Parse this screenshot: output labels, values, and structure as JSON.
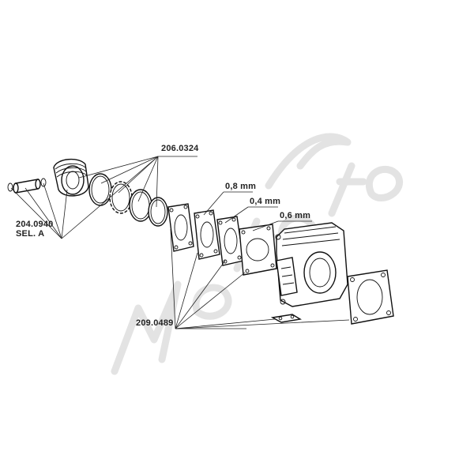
{
  "labels": {
    "piston_kit": "206.0324",
    "pin_part": "204.0940",
    "pin_sel": "SEL. A",
    "gasket_08": "0,8 mm",
    "gasket_04": "0,4 mm",
    "gasket_06": "0,6 mm",
    "gasket_set": "209.0489"
  },
  "colors": {
    "line": "#111111",
    "watermark": "#e3e3e3",
    "background": "#ffffff"
  },
  "icons": [
    "wrist-pin-icon",
    "circlip-icon",
    "piston-icon",
    "piston-ring-icon",
    "gasket-icon",
    "cylinder-icon"
  ]
}
